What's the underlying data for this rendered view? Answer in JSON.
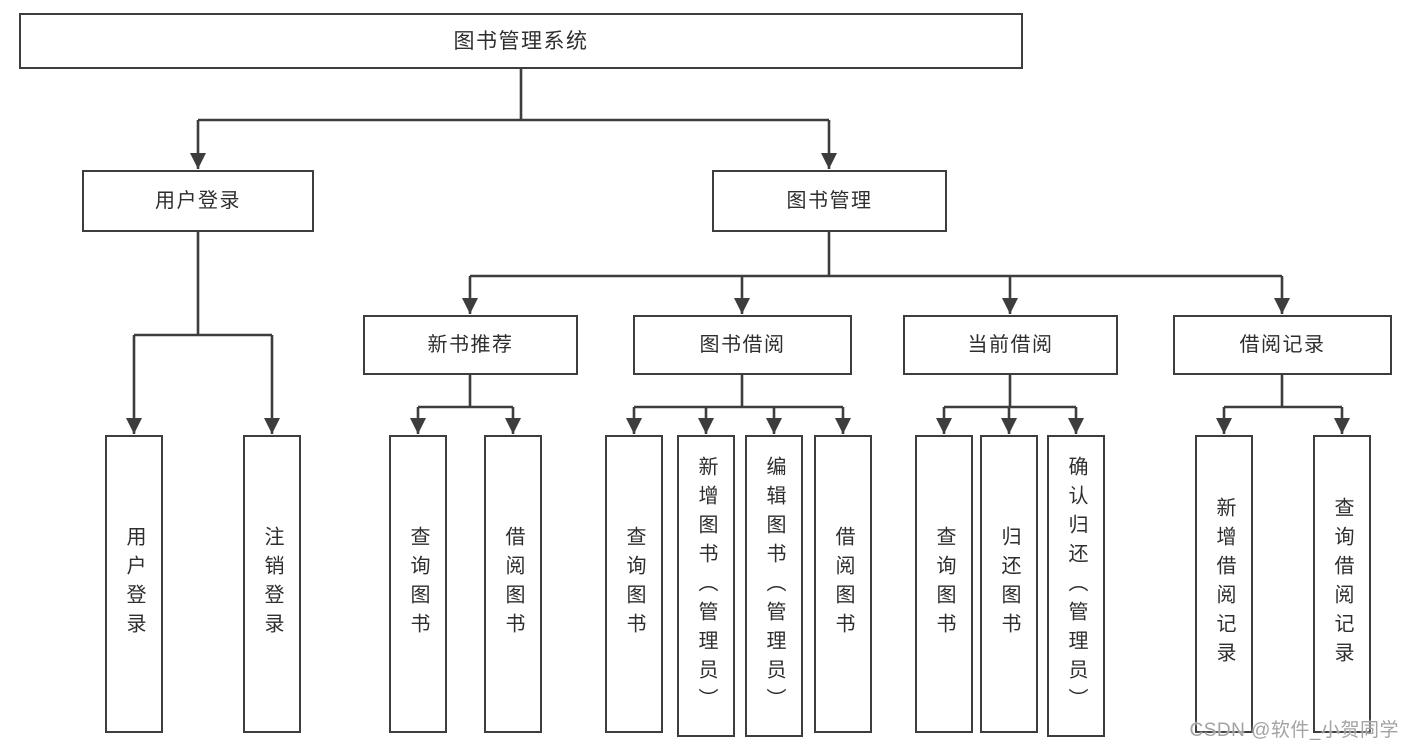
{
  "colors": {
    "line": "#3d3d3d",
    "box_border": "#3d3d3d",
    "text": "#2e2e2e",
    "watermark": "#a3a3a3",
    "background": "#ffffff"
  },
  "watermark": {
    "text": "CSDN @软件_小贺同学"
  },
  "tree": {
    "root": {
      "label": "图书管理系统"
    },
    "level2": [
      {
        "label": "用户登录"
      },
      {
        "label": "图书管理"
      }
    ],
    "level3": [
      {
        "label": "新书推荐"
      },
      {
        "label": "图书借阅"
      },
      {
        "label": "当前借阅"
      },
      {
        "label": "借阅记录"
      }
    ],
    "leaves": {
      "user_login": [
        {
          "label": "用户登录"
        },
        {
          "label": "注销登录"
        }
      ],
      "new_book_recommend": [
        {
          "label": "查询图书"
        },
        {
          "label": "借阅图书"
        }
      ],
      "book_borrowing": [
        {
          "label": "查询图书"
        },
        {
          "label": "新增图书（管理员）"
        },
        {
          "label": "编辑图书（管理员）"
        },
        {
          "label": "借阅图书"
        }
      ],
      "current_borrowing": [
        {
          "label": "查询图书"
        },
        {
          "label": "归还图书"
        },
        {
          "label": "确认归还（管理员）"
        }
      ],
      "borrowing_records": [
        {
          "label": "新增借阅记录"
        },
        {
          "label": "查询借阅记录"
        }
      ]
    }
  }
}
